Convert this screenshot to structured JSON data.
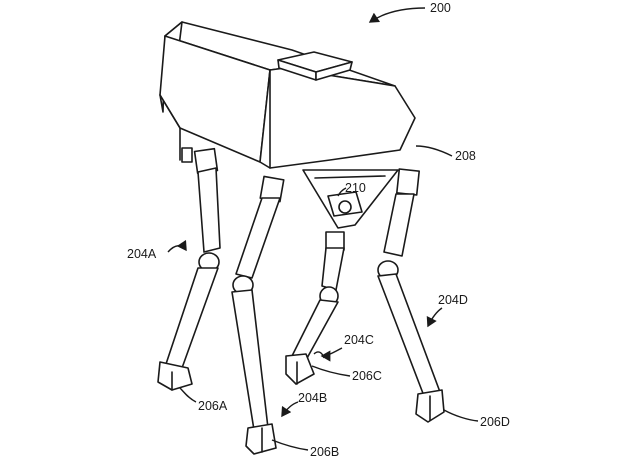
{
  "figure": {
    "labels": {
      "robot": "200",
      "leg_a": "204A",
      "leg_b": "204B",
      "leg_c": "204C",
      "leg_d": "204D",
      "foot_a": "206A",
      "foot_b": "206B",
      "foot_c": "206C",
      "foot_d": "206D",
      "body": "208",
      "sensor": "210"
    }
  }
}
